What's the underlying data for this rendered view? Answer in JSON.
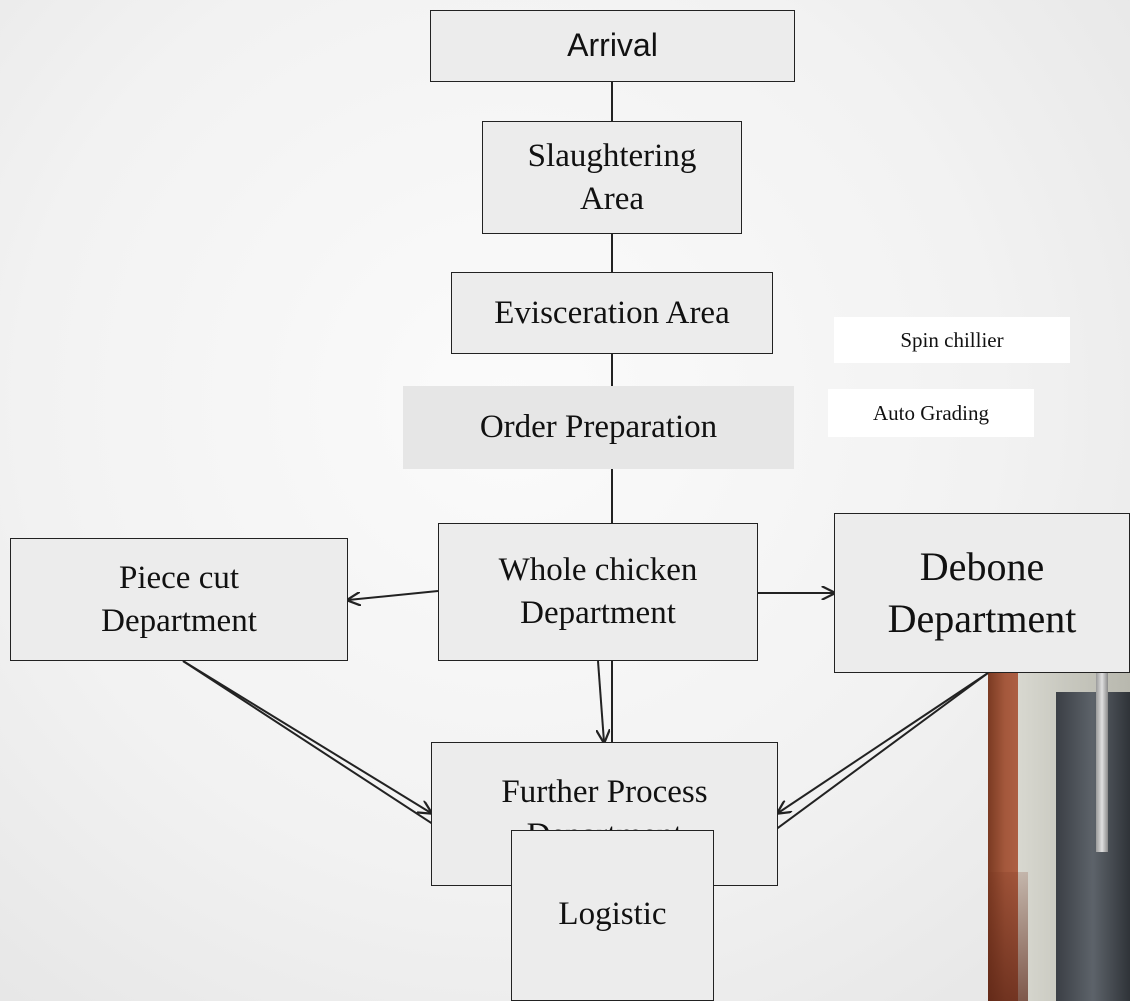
{
  "boxes": {
    "arrival": "Arrival",
    "slaughtering": "Slaughtering Area",
    "evisceration": "Evisceration Area",
    "order_preparation": "Order Preparation",
    "whole_chicken": "Whole chicken Department",
    "piece_cut": "Piece cut Department",
    "debone": "Debone Department",
    "further_process": "Further Process Department",
    "logistic": "Logistic"
  },
  "notes": {
    "spin_chillier": "Spin chillier",
    "auto_grading": "Auto Grading"
  },
  "colors": {
    "box_fill": "#ececec",
    "line": "#222222"
  }
}
